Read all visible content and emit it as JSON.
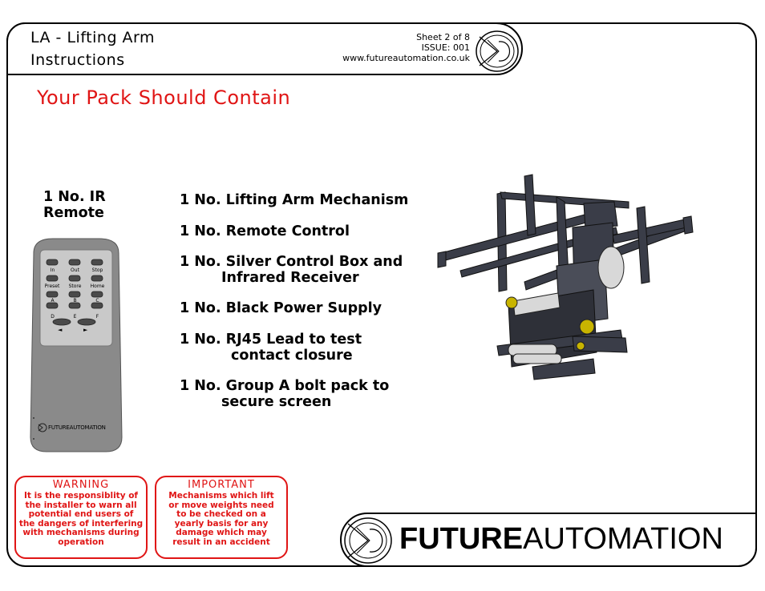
{
  "header": {
    "title_line1": "LA - Lifting Arm",
    "title_line2": "Instructions",
    "sheet": "Sheet 2 of 8",
    "issue": "ISSUE: 001",
    "website": "www.futureautomation.co.uk"
  },
  "section_heading": "Your Pack Should Contain",
  "remote_label": {
    "line1": "1 No. IR",
    "line2": "Remote"
  },
  "remote": {
    "buttons": [
      "In",
      "Out",
      "Stop",
      "Preset",
      "Store",
      "Home",
      "A",
      "B",
      "C",
      "D",
      "E",
      "F"
    ],
    "left_arrow": "◄",
    "right_arrow": "►",
    "brand": "FUTUREAUTOMATION"
  },
  "contents": [
    {
      "line1": "1 No. Lifting Arm Mechanism"
    },
    {
      "line1": "1 No. Remote Control"
    },
    {
      "line1": "1 No. Silver Control Box and",
      "line2": "Infrared Receiver"
    },
    {
      "line1": "1 No. Black Power Supply"
    },
    {
      "line1": "1 No. RJ45 Lead to test",
      "line2": "contact closure"
    },
    {
      "line1": "1 No. Group A bolt pack to",
      "line2": "secure screen"
    }
  ],
  "warning": {
    "title": "WARNING",
    "line1": "It is the responsiblity of",
    "line2": "the installer to warn all",
    "line3": "potential end users of",
    "line4": "the dangers of interfering",
    "line5": "with mechanisms during",
    "line6": "operation"
  },
  "important": {
    "title": "IMPORTANT",
    "line1": "Mechanisms which lift",
    "line2": "or move weights need",
    "line3": "to be checked on a",
    "line4": "yearly basis for any",
    "line5": "damage which may",
    "line6": "result in an accident"
  },
  "brand": {
    "bold": "FUTURE",
    "regular": "AUTOMATION"
  },
  "colors": {
    "accent_red": "#e01515",
    "remote_body": "#8a8a8a",
    "mechanism": "#3a3d48"
  }
}
